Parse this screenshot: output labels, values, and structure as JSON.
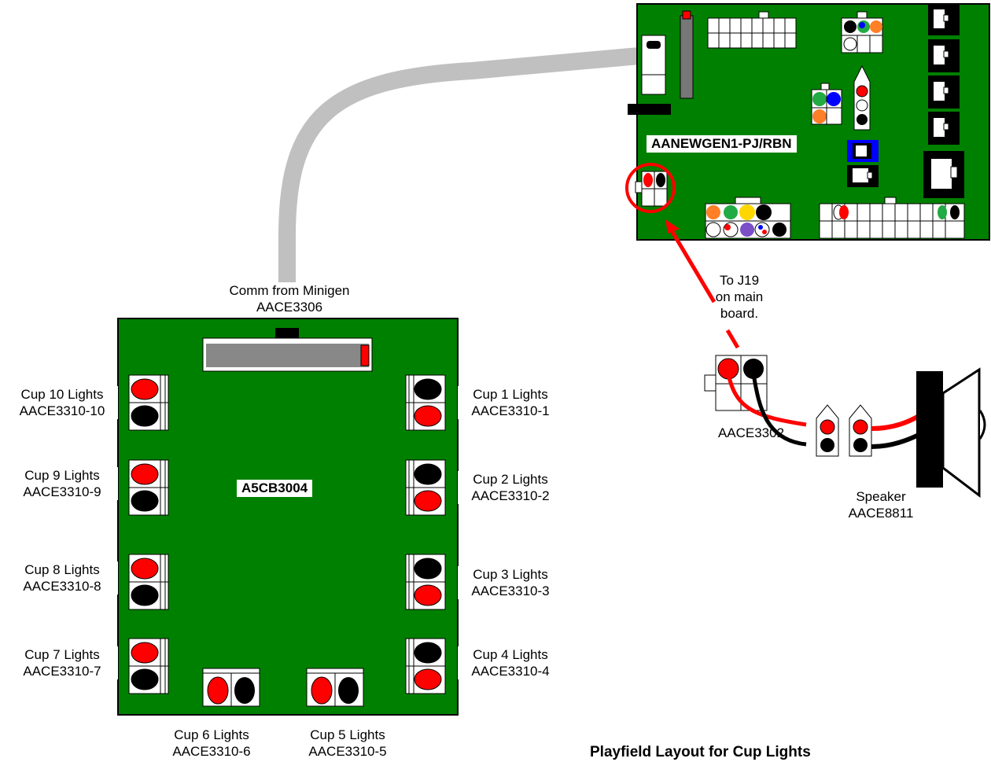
{
  "main_board": {
    "label": "AANEWGEN1-PJ/RBN"
  },
  "cup_board": {
    "label": "A5CB3004"
  },
  "comm_cable": {
    "line1": "Comm from Minigen",
    "line2": "AACE3306"
  },
  "j19_note": {
    "line1": "To J19",
    "line2": "on main",
    "line3": "board."
  },
  "connector": {
    "label": "AACE3302"
  },
  "speaker": {
    "line1": "Speaker",
    "line2": "AACE8811"
  },
  "cups": [
    {
      "name": "Cup 1 Lights",
      "part": "AACE3310-1"
    },
    {
      "name": "Cup 2 Lights",
      "part": "AACE3310-2"
    },
    {
      "name": "Cup 3 Lights",
      "part": "AACE3310-3"
    },
    {
      "name": "Cup 4 Lights",
      "part": "AACE3310-4"
    },
    {
      "name": "Cup 5 Lights",
      "part": "AACE3310-5"
    },
    {
      "name": "Cup 6 Lights",
      "part": "AACE3310-6"
    },
    {
      "name": "Cup 7 Lights",
      "part": "AACE3310-7"
    },
    {
      "name": "Cup 8 Lights",
      "part": "AACE3310-8"
    },
    {
      "name": "Cup 9 Lights",
      "part": "AACE3310-9"
    },
    {
      "name": "Cup 10 Lights",
      "part": "AACE3310-10"
    }
  ],
  "title": "Playfield Layout for Cup Lights",
  "colors": {
    "board": "#008000",
    "wire_red": "#ff0000",
    "cable": "#c0c0c0",
    "blue": "#0000ff"
  }
}
